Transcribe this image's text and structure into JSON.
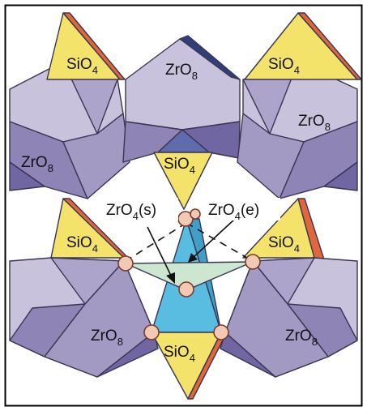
{
  "colors": {
    "zro8_light": "#c9c2dc",
    "zro8_mid": "#ada4cb",
    "zro8_dark": "#8e84b5",
    "zro8_deep": "#6f66a2",
    "sio4": "#f3e36a",
    "sio4_edge": "#e0673c",
    "channel_blue": "#58bde0",
    "plane_green": "#cde6cf",
    "atom": "#f2c9b4",
    "frame": "#000000"
  },
  "labels": {
    "sio4_top_left": {
      "base": "SiO",
      "sub": "4"
    },
    "zro8_top_center": {
      "base": "ZrO",
      "sub": "8"
    },
    "sio4_top_right": {
      "base": "SiO",
      "sub": "4"
    },
    "zro8_right_upper": {
      "base": "ZrO",
      "sub": "8"
    },
    "zro8_left_upper": {
      "base": "ZrO",
      "sub": "8"
    },
    "sio4_center": {
      "base": "SiO",
      "sub": "4"
    },
    "zro4_s": {
      "base": "ZrO",
      "sub": "4",
      "suffix": "(s)"
    },
    "zro4_e": {
      "base": "ZrO",
      "sub": "4",
      "suffix": "(e)"
    },
    "sio4_mid_left": {
      "base": "SiO",
      "sub": "4"
    },
    "sio4_mid_right": {
      "base": "SiO",
      "sub": "4"
    },
    "zro8_bottom_left": {
      "base": "ZrO",
      "sub": "8"
    },
    "zro8_bottom_right": {
      "base": "ZrO",
      "sub": "8"
    },
    "sio4_bottom": {
      "base": "SiO",
      "sub": "4"
    }
  }
}
